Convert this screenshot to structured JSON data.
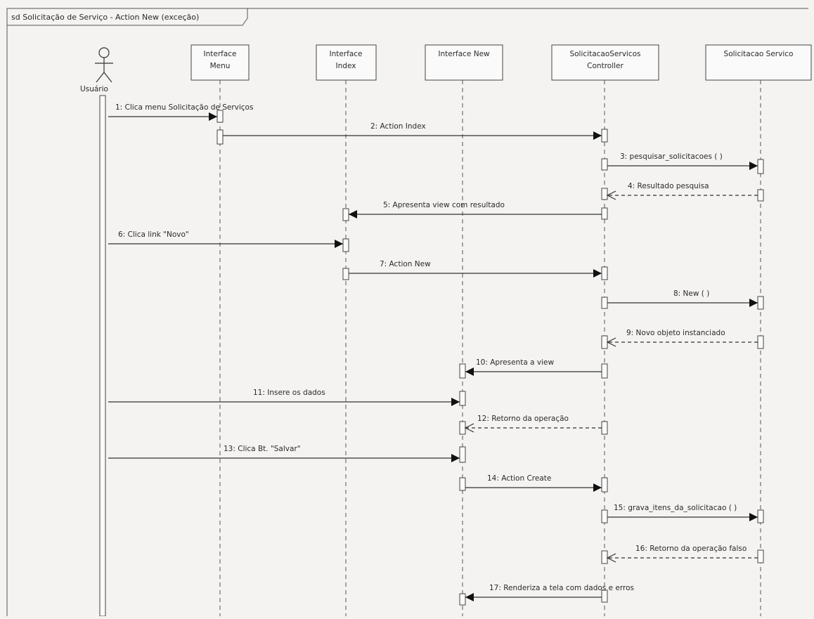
{
  "frame": {
    "title": "sd Solicitação de Serviço - Action New (exceção)"
  },
  "actor": {
    "label": "Usuário"
  },
  "lifelines": [
    {
      "id": "menu",
      "lines": [
        "Interface",
        "Menu"
      ]
    },
    {
      "id": "index",
      "lines": [
        "Interface",
        "Index"
      ]
    },
    {
      "id": "new",
      "lines": [
        "Interface New"
      ]
    },
    {
      "id": "controller",
      "lines": [
        "SolicitacaoServicos",
        "Controller"
      ]
    },
    {
      "id": "servico",
      "lines": [
        "Solicitacao Servico"
      ]
    }
  ],
  "messages": [
    {
      "label": "1: Clica menu Solicitação de Serviços",
      "from": "user",
      "to": "menu",
      "kind": "sync"
    },
    {
      "label": "2: Action Index",
      "from": "menu",
      "to": "controller",
      "kind": "sync"
    },
    {
      "label": "3: pesquisar_solicitacoes ( )",
      "from": "controller",
      "to": "servico",
      "kind": "sync"
    },
    {
      "label": "4: Resultado pesquisa",
      "from": "servico",
      "to": "controller",
      "kind": "return"
    },
    {
      "label": "5: Apresenta view com resultado",
      "from": "controller",
      "to": "index",
      "kind": "sync"
    },
    {
      "label": "6: Clica link \"Novo\"",
      "from": "user",
      "to": "index",
      "kind": "sync"
    },
    {
      "label": "7: Action New",
      "from": "index",
      "to": "controller",
      "kind": "sync"
    },
    {
      "label": "8: New ( )",
      "from": "controller",
      "to": "servico",
      "kind": "sync"
    },
    {
      "label": "9: Novo objeto instanciado",
      "from": "servico",
      "to": "controller",
      "kind": "return"
    },
    {
      "label": "10: Apresenta a view",
      "from": "controller",
      "to": "new",
      "kind": "sync"
    },
    {
      "label": "11: Insere os dados",
      "from": "user",
      "to": "new",
      "kind": "sync"
    },
    {
      "label": "12: Retorno da operação",
      "from": "controller",
      "to": "new",
      "kind": "return"
    },
    {
      "label": "13: Clica Bt. \"Salvar\"",
      "from": "user",
      "to": "new",
      "kind": "sync"
    },
    {
      "label": "14: Action Create",
      "from": "new",
      "to": "controller",
      "kind": "sync"
    },
    {
      "label": "15: grava_itens_da_solicitacao ( )",
      "from": "controller",
      "to": "servico",
      "kind": "sync"
    },
    {
      "label": "16: Retorno da operação falso",
      "from": "servico",
      "to": "controller",
      "kind": "return"
    },
    {
      "label": "17: Renderiza a tela com dados e erros",
      "from": "controller",
      "to": "new",
      "kind": "sync"
    }
  ]
}
